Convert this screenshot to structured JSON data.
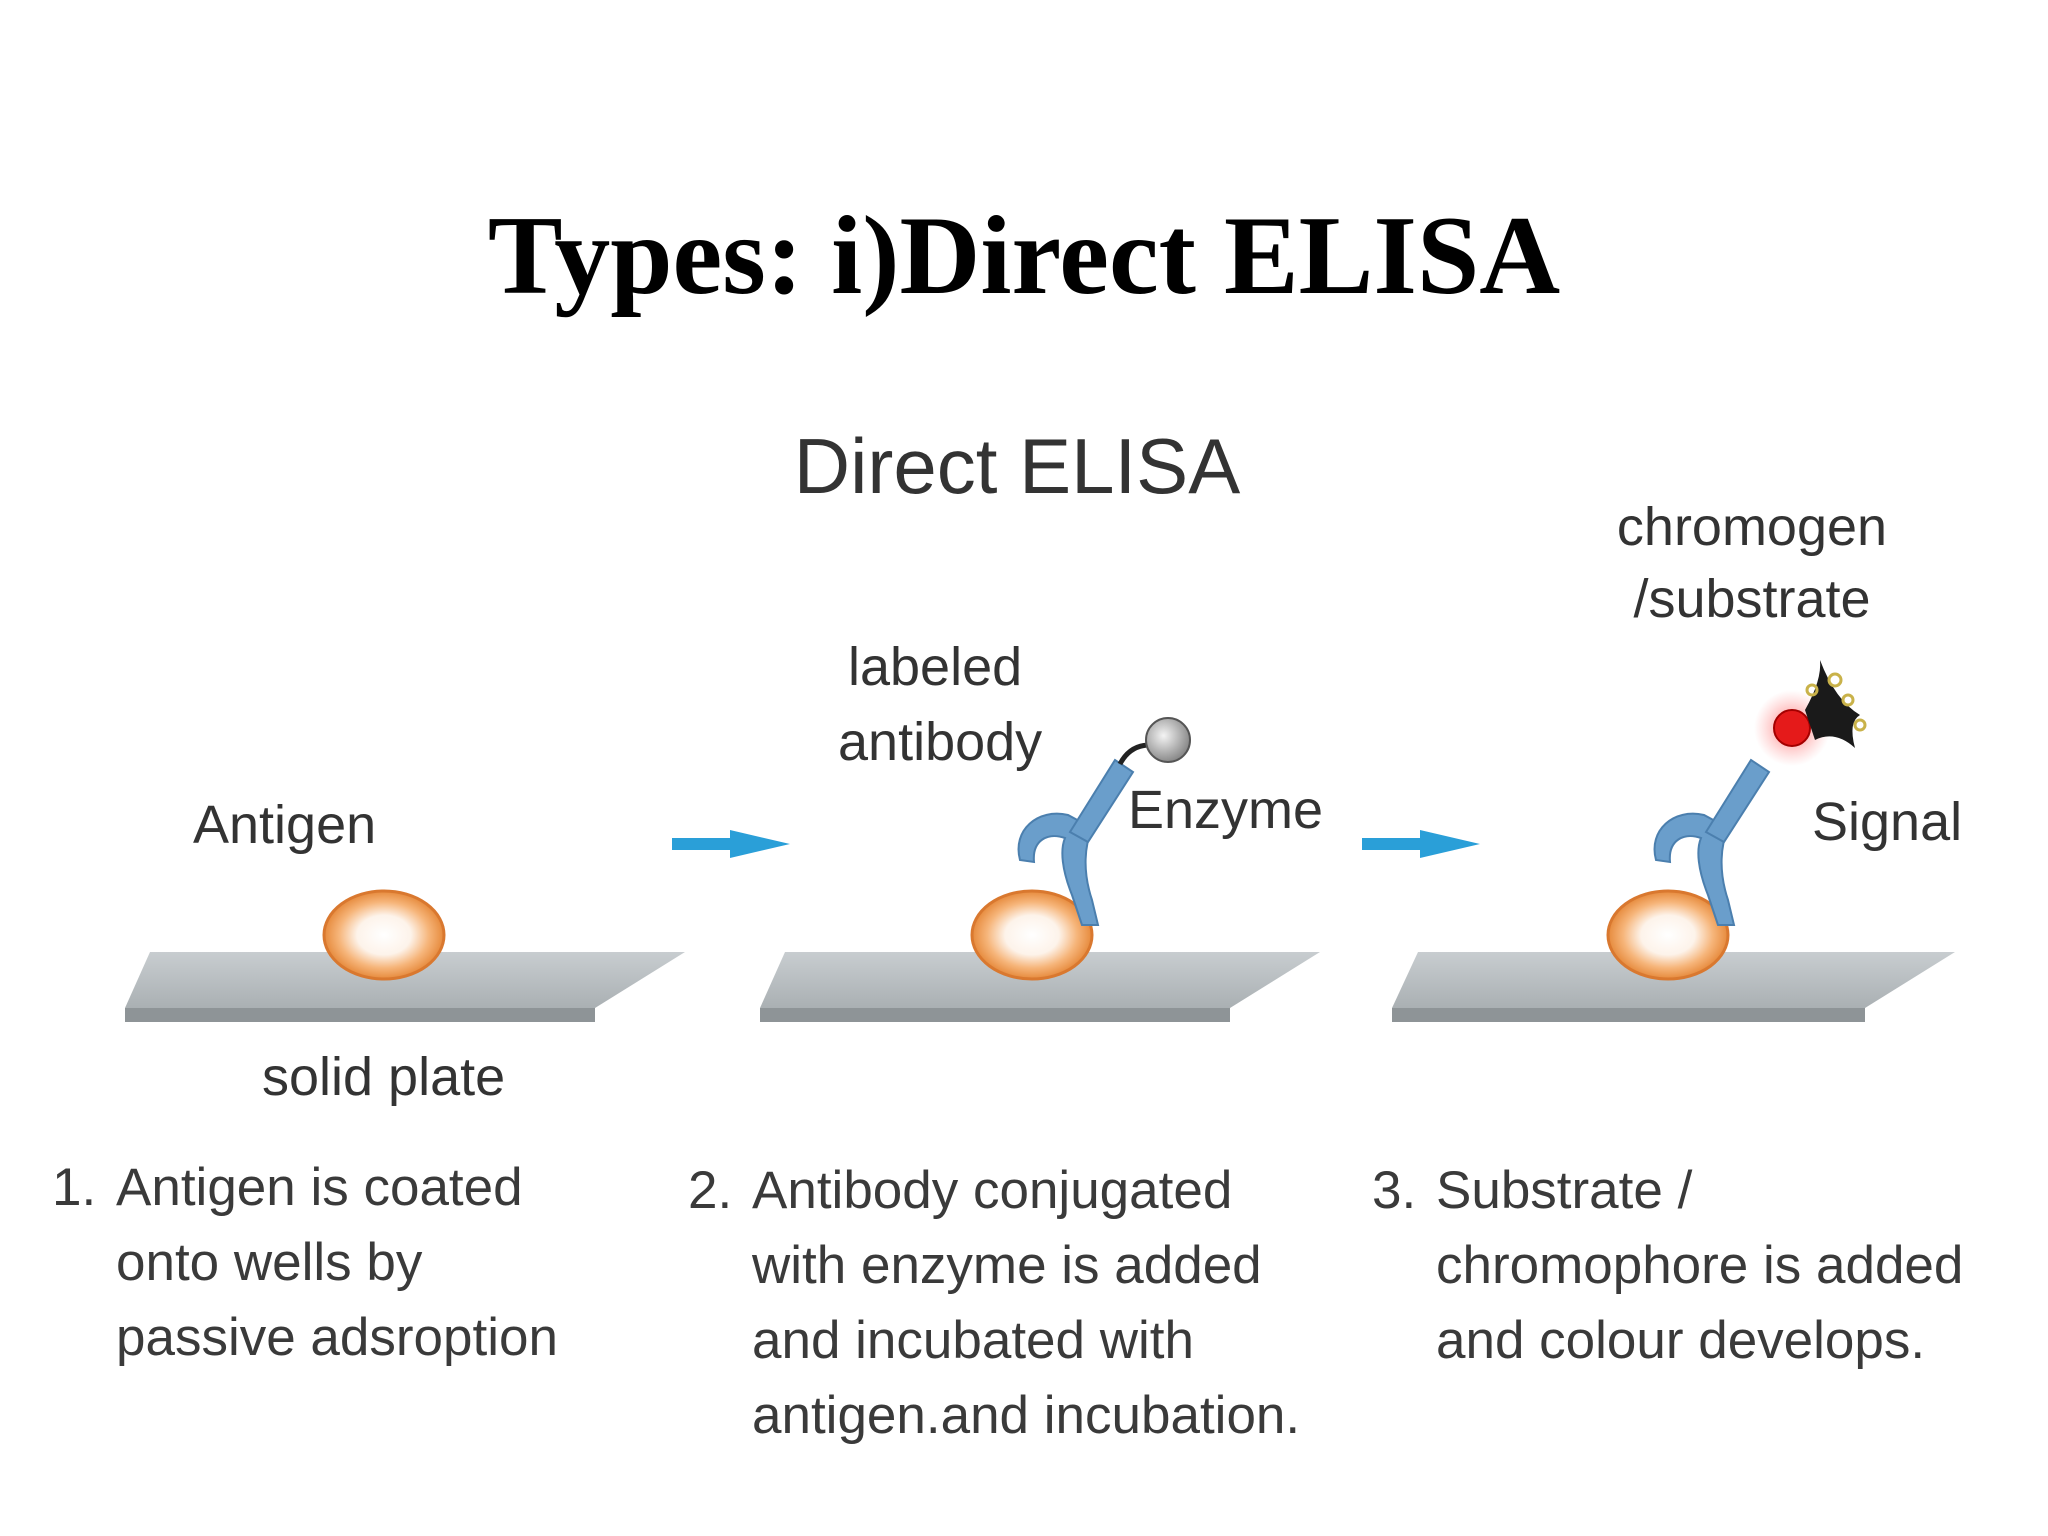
{
  "slide": {
    "title": "Types: i)Direct ELISA"
  },
  "diagram": {
    "heading": "Direct ELISA",
    "labels": {
      "antigen": "Antigen",
      "solid_plate": "solid plate",
      "labeled": "labeled",
      "antibody": "antibody",
      "enzyme": "Enzyme",
      "chromogen": "chromogen",
      "substrate": "/substrate",
      "signal": "Signal"
    },
    "colors": {
      "antigen_fill": "#f2a35e",
      "antibody": "#6a9ecb",
      "arrow": "#2a9fd8",
      "plate": "#b9bfc2",
      "signal_red": "#e51a1a"
    }
  },
  "steps": [
    {
      "number": "1.",
      "lines": [
        "Antigen is coated",
        "onto wells by",
        "passive adsroption"
      ]
    },
    {
      "number": "2.",
      "lines": [
        "Antibody conjugated",
        "with enzyme is added",
        "and incubated with",
        "antigen.and incubation."
      ]
    },
    {
      "number": "3.",
      "lines": [
        "Substrate /",
        "chromophore is added",
        "and colour develops."
      ]
    }
  ]
}
